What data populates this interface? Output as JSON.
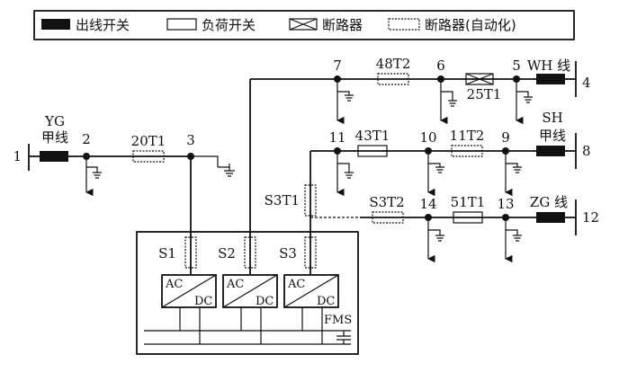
{
  "legend": {
    "outgoing_switch": "出线开关",
    "load_switch": "负荷开关",
    "breaker": "断路器",
    "auto_breaker": "断路器(自动化)"
  },
  "feeders": {
    "yg_top": "YG",
    "yg_bottom": "甲线",
    "wh": "WH 线",
    "sh_top": "SH",
    "sh_bottom": "甲线",
    "zg": "ZG 线"
  },
  "nodes": [
    "1",
    "2",
    "3",
    "4",
    "5",
    "6",
    "7",
    "8",
    "9",
    "10",
    "11",
    "12",
    "13",
    "14"
  ],
  "devices": {
    "t20T1": "20T1",
    "t48T2": "48T2",
    "t25T1": "25T1",
    "t43T1": "43T1",
    "t11T2": "11T2",
    "tS3T1": "S3T1",
    "tS3T2": "S3T2",
    "t51T1": "51T1",
    "s1": "S1",
    "s2": "S2",
    "s3": "S3"
  },
  "converter": {
    "ac": "AC",
    "dc": "DC",
    "fms": "FMS"
  }
}
